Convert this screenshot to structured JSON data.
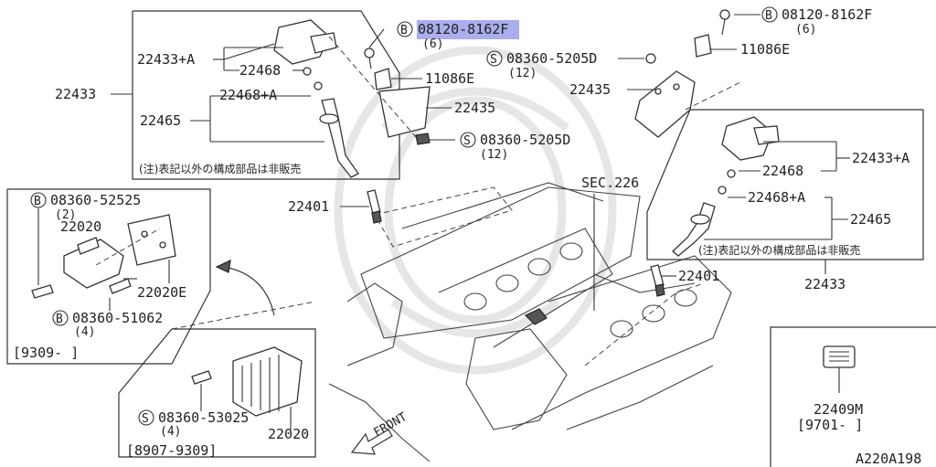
{
  "highlight_index": 0,
  "labels": [
    {
      "id": "tl-bolt-b",
      "text": "08120-8162F"
    },
    {
      "id": "tl-bolt-b-qty",
      "text": "(6)"
    },
    {
      "id": "tl-22433a",
      "text": "22433+A"
    },
    {
      "id": "tl-22468",
      "text": "22468"
    },
    {
      "id": "tl-11086e",
      "text": "11086E"
    },
    {
      "id": "tl-22433",
      "text": "22433"
    },
    {
      "id": "tl-22468a",
      "text": "22468+A"
    },
    {
      "id": "tl-22435",
      "text": "22435"
    },
    {
      "id": "tl-22465",
      "text": "22465"
    },
    {
      "id": "tl-bolt-s",
      "text": "08360-5205D"
    },
    {
      "id": "tl-bolt-s-qty",
      "text": "(12)"
    },
    {
      "id": "tl-note",
      "text": "(注)表記以外の構成部品は非販売"
    },
    {
      "id": "tl-22401",
      "text": "22401"
    },
    {
      "id": "tr-bolt-b",
      "text": "08120-8162F"
    },
    {
      "id": "tr-bolt-b-qty",
      "text": "(6)"
    },
    {
      "id": "tr-bolt-s",
      "text": "08360-5205D"
    },
    {
      "id": "tr-bolt-s-qty",
      "text": "(12)"
    },
    {
      "id": "tr-11086e",
      "text": "11086E"
    },
    {
      "id": "tr-22435",
      "text": "22435"
    },
    {
      "id": "sec",
      "text": "SEC.226"
    },
    {
      "id": "tr-22433a",
      "text": "22433+A"
    },
    {
      "id": "tr-22468",
      "text": "22468"
    },
    {
      "id": "tr-22468a",
      "text": "22468+A"
    },
    {
      "id": "tr-22465",
      "text": "22465"
    },
    {
      "id": "tr-note",
      "text": "(注)表記以外の構成部品は非販売"
    },
    {
      "id": "tr-22433",
      "text": "22433"
    },
    {
      "id": "r-22401",
      "text": "22401"
    },
    {
      "id": "l-bolt-b1",
      "text": "08360-52525"
    },
    {
      "id": "l-bolt-b1-qty",
      "text": "(2)"
    },
    {
      "id": "l-22020",
      "text": "22020"
    },
    {
      "id": "l-22020e",
      "text": "22020E"
    },
    {
      "id": "l-bolt-b2",
      "text": "08360-51062"
    },
    {
      "id": "l-bolt-b2-qty",
      "text": "(4)"
    },
    {
      "id": "l-date",
      "text": "[9309-     ]"
    },
    {
      "id": "b-bolt-s",
      "text": "08360-53025"
    },
    {
      "id": "b-bolt-s-qty",
      "text": "(4)"
    },
    {
      "id": "b-22020",
      "text": "22020"
    },
    {
      "id": "b-date",
      "text": "[8907-9309]"
    },
    {
      "id": "front",
      "text": "FRONT"
    },
    {
      "id": "br-22409m",
      "text": "22409M"
    },
    {
      "id": "br-date",
      "text": "[9701-     ]"
    },
    {
      "id": "ref",
      "text": "A220A198"
    }
  ],
  "symbols": {
    "b": "B",
    "s": "S"
  }
}
